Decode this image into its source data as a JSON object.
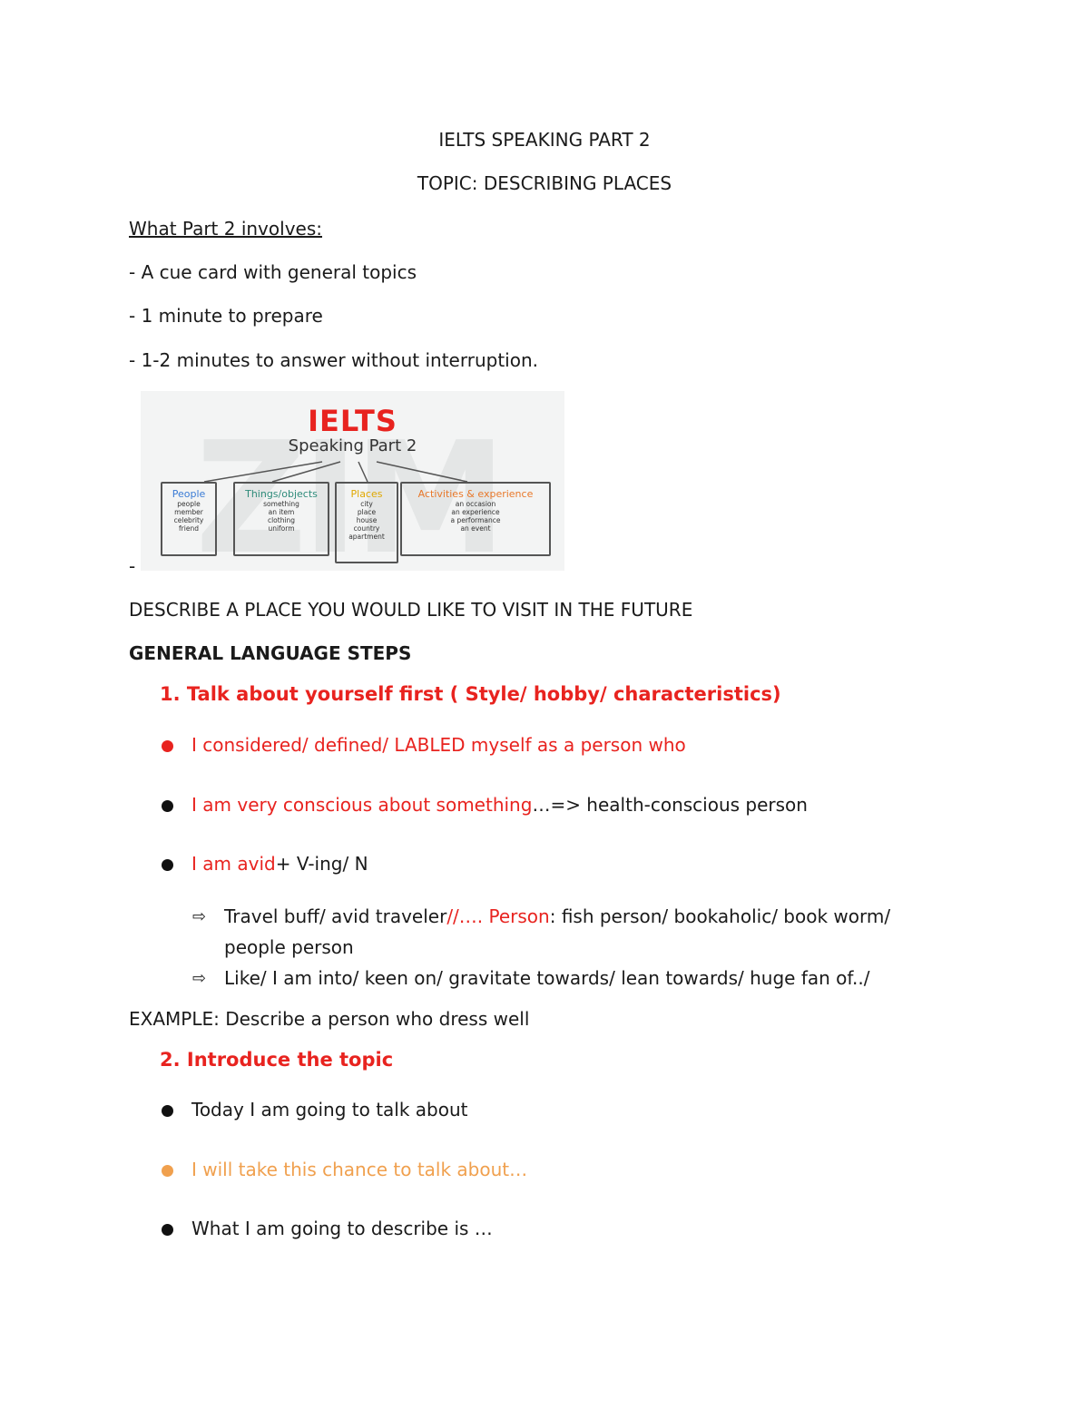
{
  "header": {
    "title": "IELTS SPEAKING PART 2",
    "topic": "TOPIC: DESCRIBING PLACES"
  },
  "intro": {
    "heading": "What Part 2 involves:",
    "items": [
      "- A cue card with general topics",
      "- 1 minute to prepare",
      "- 1-2 minutes to answer without interruption."
    ],
    "image_dash": "-"
  },
  "diagram": {
    "watermark": "ZIM",
    "title": "IELTS",
    "subtitle": "Speaking Part 2",
    "boxes": [
      {
        "label": "People",
        "lines": [
          "people",
          "member",
          "celebrity",
          "friend"
        ]
      },
      {
        "label": "Things/objects",
        "lines": [
          "something",
          "an item",
          "clothing",
          "uniform"
        ]
      },
      {
        "label": "Places",
        "lines": [
          "city",
          "place",
          "house",
          "country",
          "apartment"
        ]
      },
      {
        "label": "Activities & experience",
        "lines": [
          "an occasion",
          "an experience",
          "a performance",
          "an event"
        ]
      }
    ],
    "colors": {
      "people": "#3a7bd5",
      "things": "#2e8b7a",
      "places": "#e0a800",
      "activities": "#e8782a"
    }
  },
  "main": {
    "prompt": "DESCRIBE A PLACE YOU WOULD LIKE TO VISIT IN THE FUTURE",
    "section": "GENERAL LANGUAGE STEPS",
    "step1": {
      "title": "1.  Talk about yourself first ( Style/ hobby/ characteristics)",
      "b1": "I considered/ defined/ LABLED myself as a person who",
      "b2_red": "I am very conscious about something",
      "b2_black": "…=> health-conscious person",
      "b3_red": "I am avid",
      "b3_black": "+ V-ing/ N",
      "sub1_a": "Travel buff/ avid traveler",
      "sub1_red": "//…. Person",
      "sub1_b": ": fish person/ bookaholic/ book worm/",
      "sub1_c": "people person",
      "sub2": "Like/ I am into/ keen on/ gravitate towards/ lean towards/ huge fan of../"
    },
    "example": "EXAMPLE: Describe a person who dress well",
    "step2": {
      "title": "2.  Introduce the topic",
      "b1": "Today I am going to talk about",
      "b2": "I will take this chance to talk about…",
      "b3": "What I am going to describe is …"
    }
  },
  "colors": {
    "accent_red": "#e8231f",
    "accent_orange": "#f0a04e",
    "text": "#1a1a1a"
  }
}
